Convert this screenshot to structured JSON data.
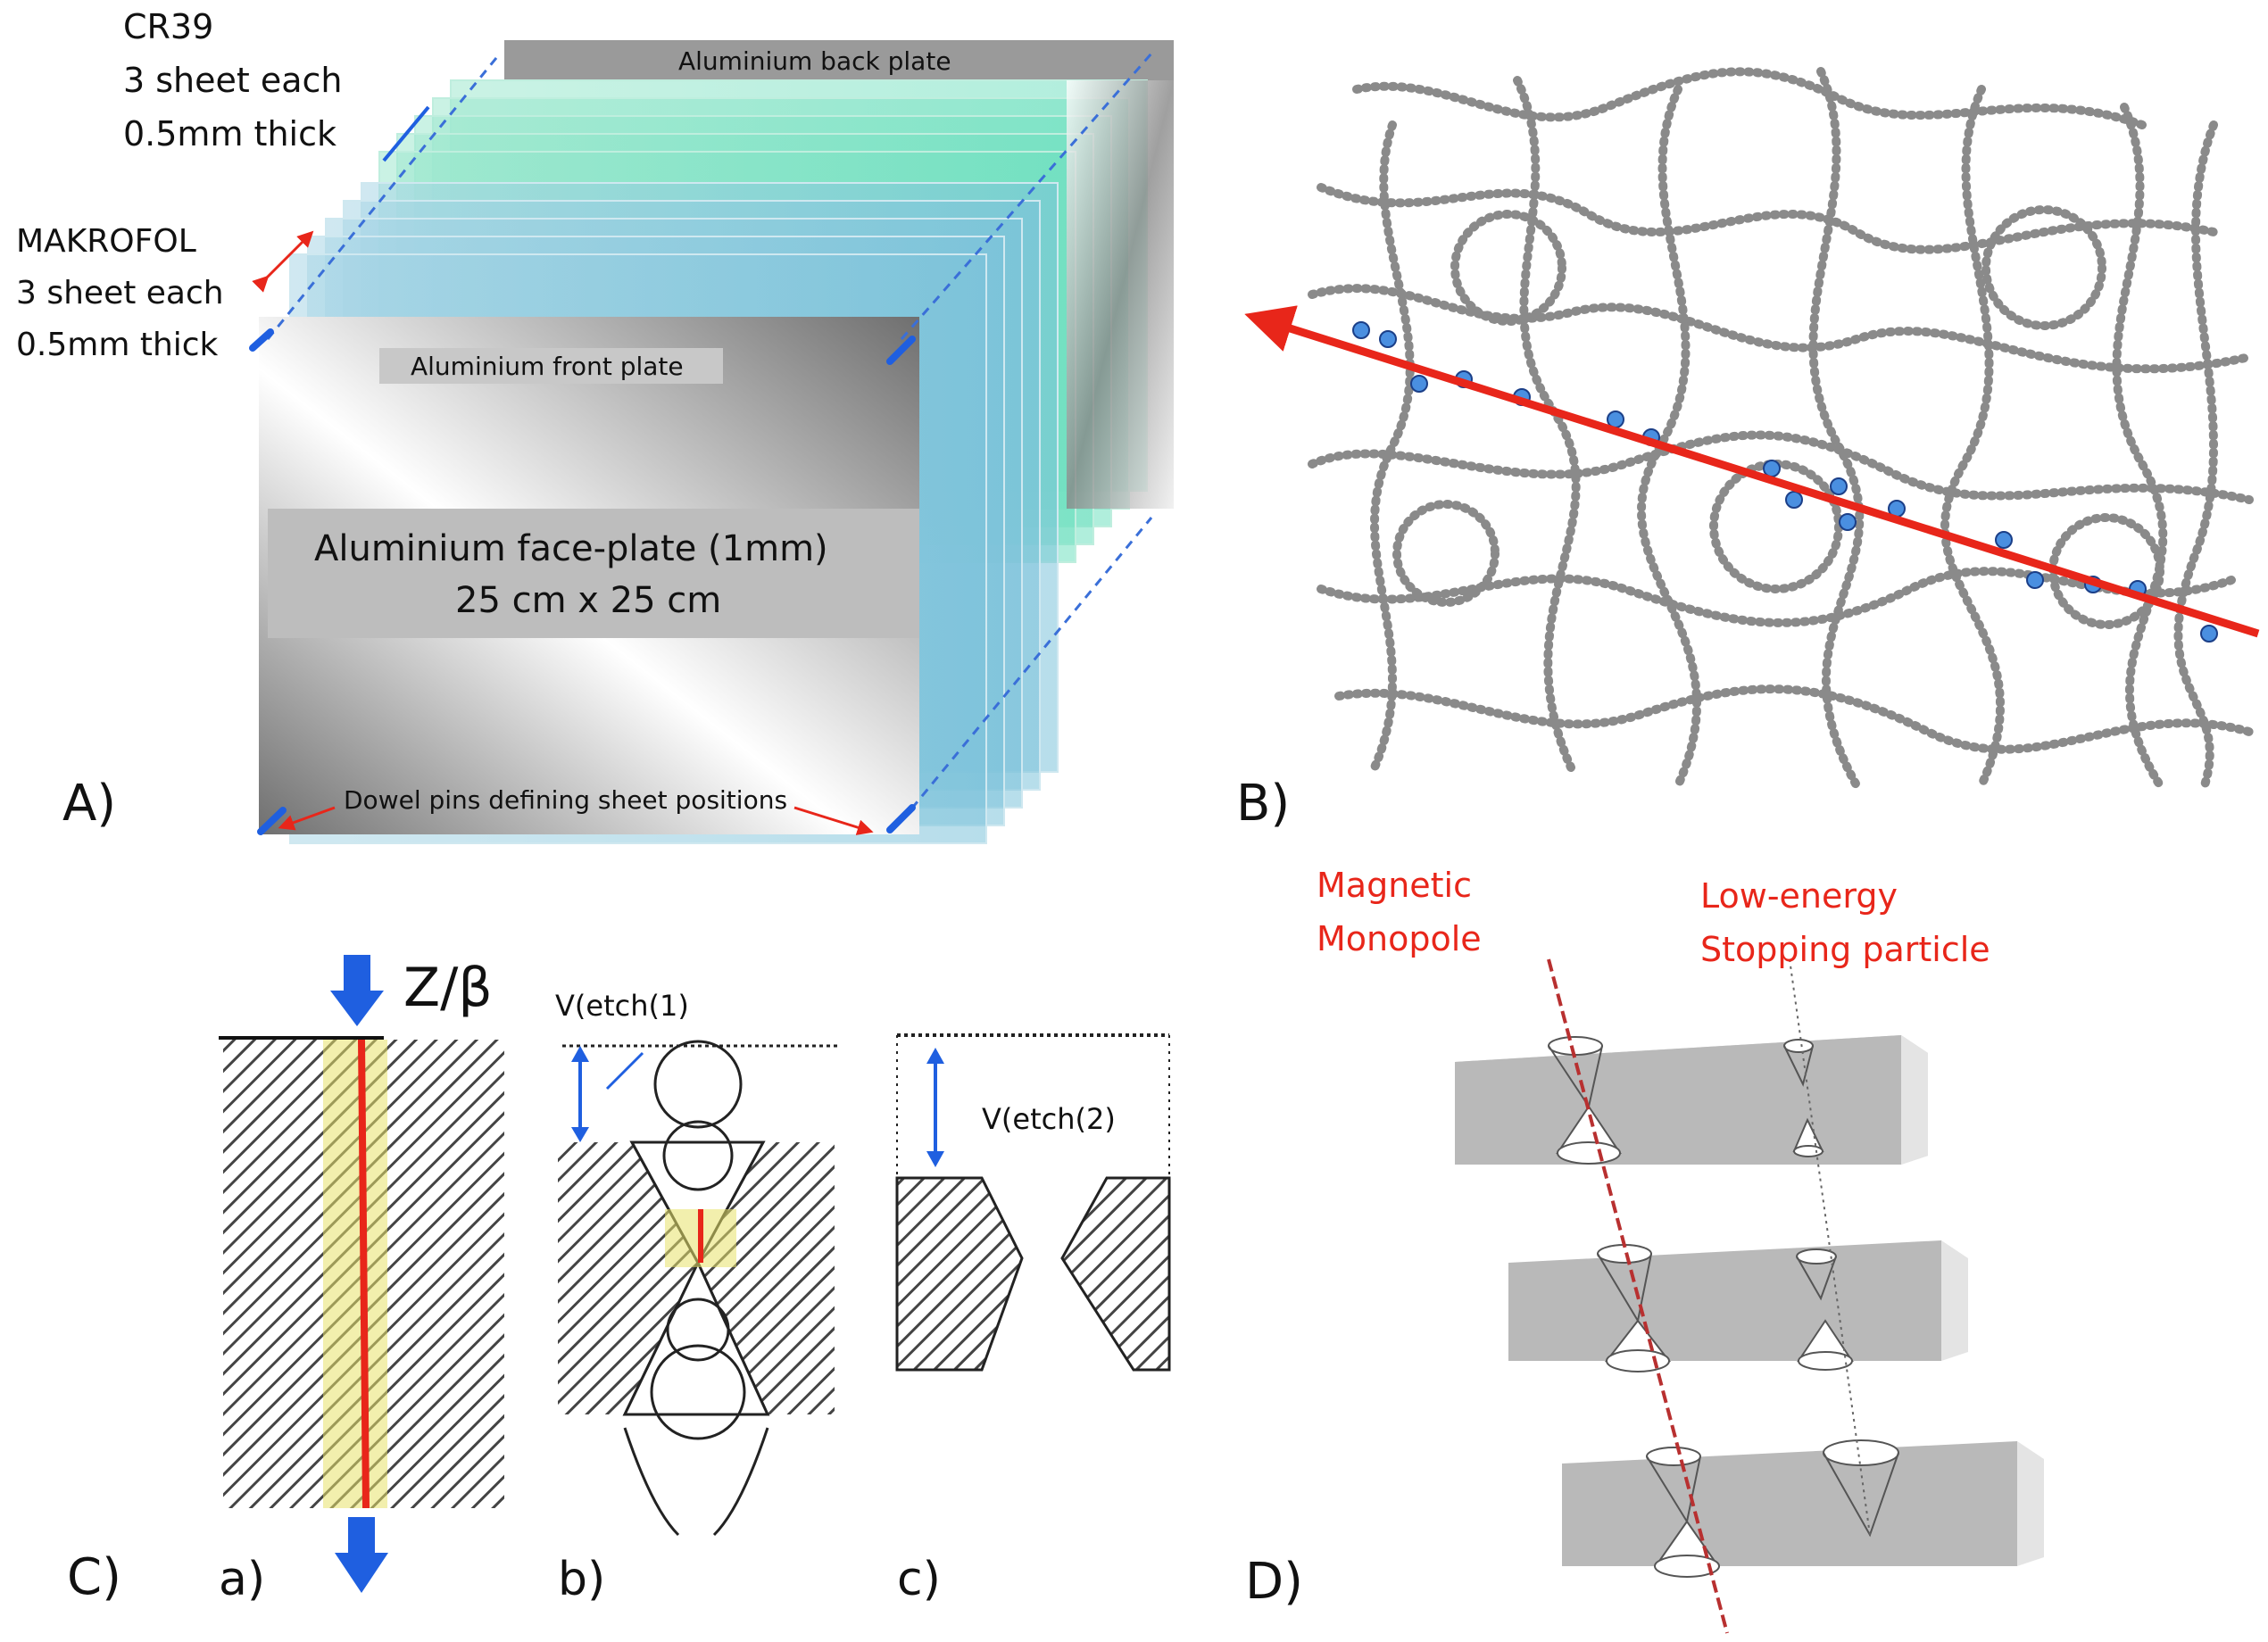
{
  "panel_a": {
    "letter": "A)",
    "cr39_label": [
      "CR39",
      "3 sheet each",
      "0.5mm thick"
    ],
    "makrofol_label": [
      "MAKROFOL",
      "3 sheet each",
      "0.5mm thick"
    ],
    "back_plate": "Aluminium back plate",
    "front_plate": "Aluminium front plate",
    "face_plate_line1": "Aluminium face-plate (1mm)",
    "face_plate_line2": "25 cm x 25 cm",
    "dowel_pins": "Dowel pins defining sheet positions"
  },
  "panel_b": {
    "letter": "B)"
  },
  "panel_c": {
    "letter": "C)",
    "sub_a": "a)",
    "sub_b": "b)",
    "sub_c": "c)",
    "z_beta": "Z/β",
    "v_etch_1": "V(etch(1)",
    "v_etch_2": "V(etch(2)"
  },
  "panel_d": {
    "letter": "D)",
    "monopole": [
      "Magnetic",
      "Monopole"
    ],
    "stopping": [
      "Low-energy",
      "Stopping particle"
    ]
  },
  "colors": {
    "red_track": "#e8261a",
    "blue_arrow": "#1f5fe0",
    "green_sheet": "#8fe6c4",
    "blue_sheet": "#8cc9de",
    "grey_block": "#bdbdbd"
  }
}
